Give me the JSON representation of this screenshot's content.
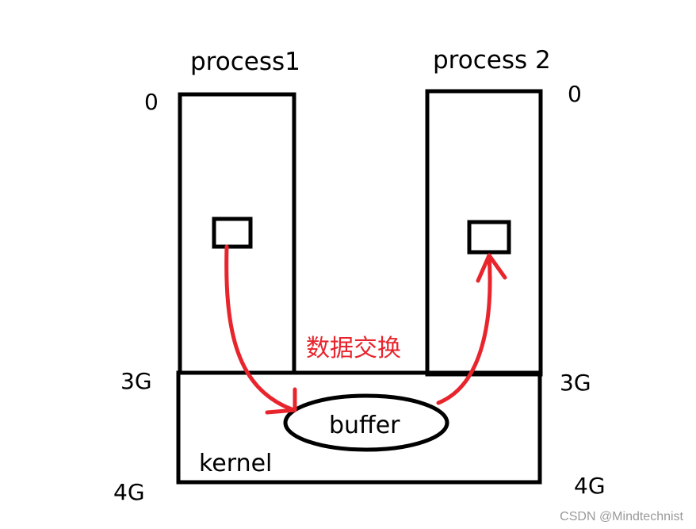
{
  "labels": {
    "process1": "process1",
    "process2": "process 2",
    "p1_top": "0",
    "p2_top": "0",
    "left_3g": "3G",
    "right_3g": "3G",
    "left_4g": "4G",
    "right_4g": "4G",
    "buffer": "buffer",
    "kernel": "kernel",
    "exchange": "数据交换"
  },
  "watermark": "CSDN @Mindtechnist",
  "colors": {
    "stroke": "#000000",
    "arrow": "#e8252d",
    "exchange_text": "#e8252d",
    "watermark": "#9a9a9a"
  }
}
